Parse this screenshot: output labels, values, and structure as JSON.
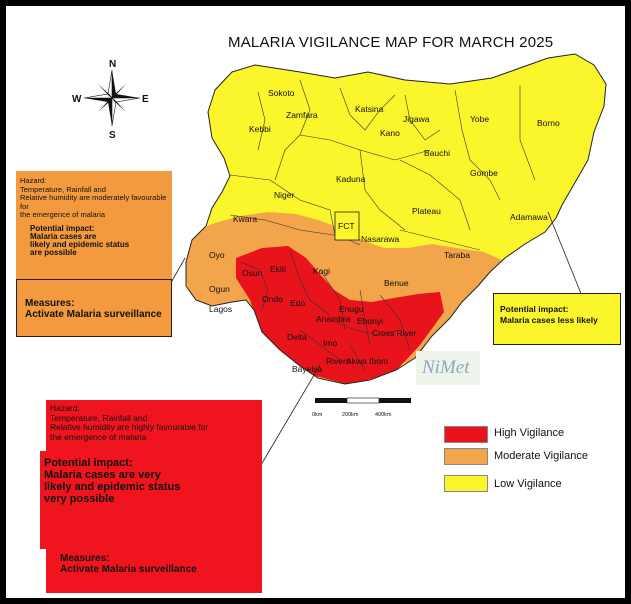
{
  "title": "MALARIA VIGILANCE MAP FOR MARCH 2025",
  "colors": {
    "high": "#e8131b",
    "moderate": "#f2a54a",
    "low": "#fbf52c",
    "orange_box": "#f39a3e",
    "red_box": "#f0141e",
    "yellow_box": "#fbf52c"
  },
  "compass": {
    "n": "N",
    "s": "S",
    "e": "E",
    "w": "W"
  },
  "states": [
    "Sokoto",
    "Zamfara",
    "Kebbi",
    "Katsina",
    "Jigawa",
    "Kano",
    "Yobe",
    "Borno",
    "Bauchi",
    "Gombe",
    "Kaduna",
    "Niger",
    "Kwara",
    "FCT",
    "Plateau",
    "Nasarawa",
    "Adamawa",
    "Taraba",
    "Oyo",
    "Osun",
    "Ekiti",
    "Kogi",
    "Benue",
    "Ogun",
    "Ondo",
    "Edo",
    "Lagos",
    "Delta",
    "Anambra",
    "Enugu",
    "Ebonyi",
    "Cross River",
    "Imo",
    "Rivers",
    "Akwa Ibom",
    "Bayelsa"
  ],
  "moderate_box": {
    "hazard": "Hazard:\nTemperature, Rainfall and\nRelative humidity are moderately favourable for\nthe emergence of malaria",
    "impact": "Potential impact:\nMalaria cases are\nlikely and epidemic status\nare possible",
    "measures": "Measures:\nActivate Malaria surveillance"
  },
  "low_box": {
    "impact": "Potential impact:\nMalaria cases less likely"
  },
  "high_box": {
    "hazard": "Hazard:\nTemperature, Rainfall and\nRelative humidity are highly favourable for\nthe emergence of malaria",
    "impact": "Potential impact:\nMalaria cases are very\nlikely and epidemic status\nvery possible",
    "measures": "Measures:\nActivate Malaria surveillance"
  },
  "logo": "NiMet",
  "scale": {
    "ticks": [
      "0km",
      "200km",
      "400km"
    ]
  },
  "legend": [
    {
      "label": "High Vigilance",
      "color": "#e8131b"
    },
    {
      "label": "Moderate Vigilance",
      "color": "#f2a54a"
    },
    {
      "label": "Low Vigilance",
      "color": "#fbf52c"
    }
  ]
}
